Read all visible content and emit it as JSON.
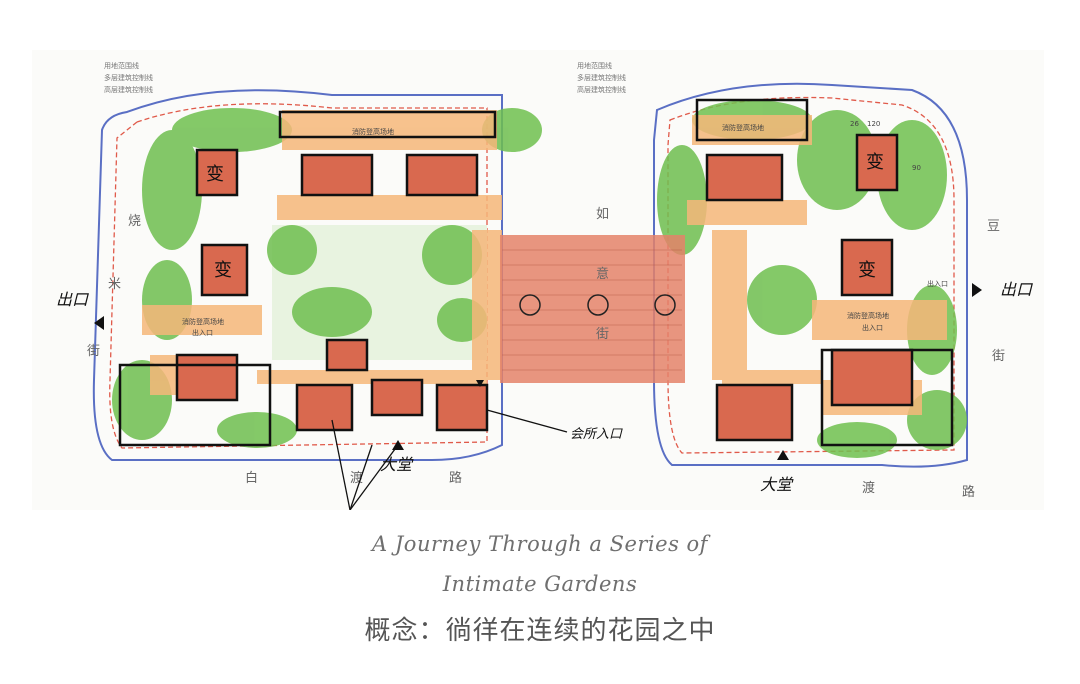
{
  "caption": {
    "line1": "A Journey Through a Series of",
    "line2": "Intimate Gardens",
    "line3": "概念：徜徉在连续的花园之中"
  },
  "legend_left": [
    "用地范围线",
    "多层建筑控制线",
    "高层建筑控制线"
  ],
  "legend_right": [
    "用地范围线",
    "多层建筑控制线",
    "高层建筑控制线"
  ],
  "labels": {
    "fire_left": "消防登高场地",
    "fire_left2": "消防登高场地",
    "entry_left": "出入口",
    "fire_right": "消防登高场地",
    "fire_right2": "消防登高场地",
    "entry_right": "出入口",
    "entry_right2": "出入口",
    "dim1": "26",
    "dim2": "120",
    "dim3": "90"
  },
  "street_left": [
    "烧",
    "米",
    "街"
  ],
  "street_center": [
    "如",
    "意",
    "街"
  ],
  "street_right": [
    "豆",
    "街"
  ],
  "road_bottom": [
    "白",
    "渡",
    "路",
    "渡",
    "路"
  ],
  "building_char": "变",
  "hand_labels": {
    "exit_left": "出口",
    "exit_right": "出口",
    "club_entry": "会所入口",
    "lobby_left": "大堂",
    "lobby_right": "大堂"
  },
  "colors": {
    "building": "#d9694f",
    "green": "#6fbf4f",
    "orange": "#f6b77a",
    "line_blue": "#5a6fc4",
    "line_red": "#e05a4a"
  }
}
